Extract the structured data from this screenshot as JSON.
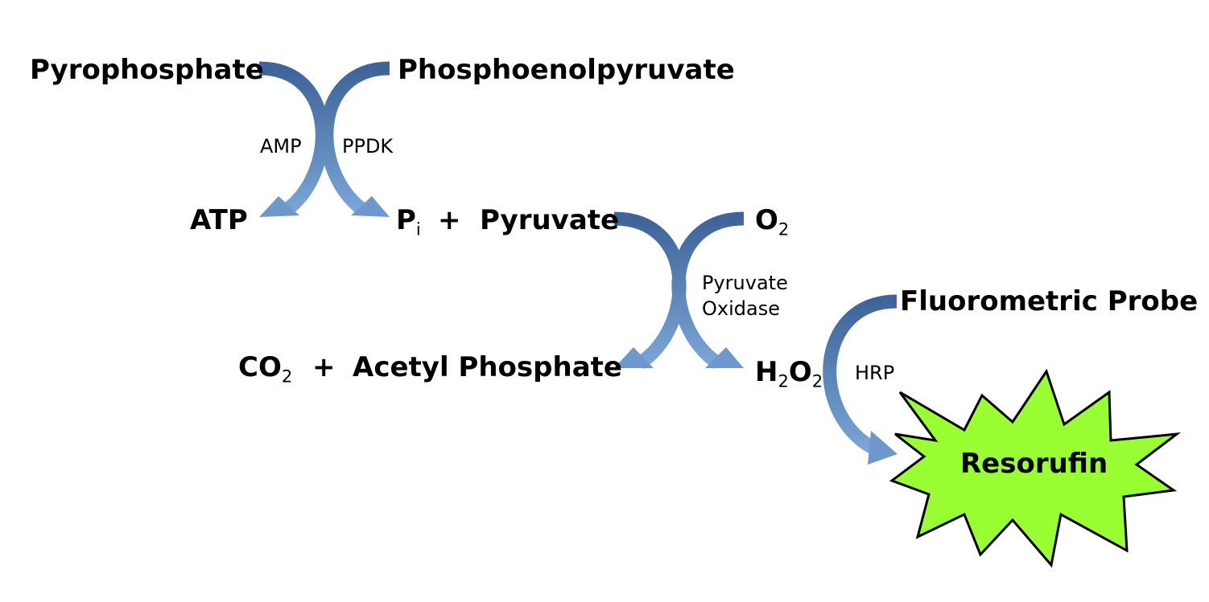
{
  "reaction1": {
    "substrate_left": "Pyrophosphate",
    "substrate_right": "Phosphoenolpyruvate",
    "cofactor": "AMP",
    "enzyme": "PPDK",
    "product_left": "ATP",
    "product_pi_base": "P",
    "product_pi_sub": "i",
    "plus": "+",
    "product_right": "Pyruvate"
  },
  "reaction2": {
    "cosubstrate_base": "O",
    "cosubstrate_sub": "2",
    "enzyme_line1": "Pyruvate",
    "enzyme_line2": "Oxidase",
    "product_co2_base": "CO",
    "product_co2_sub": "2",
    "plus": "+",
    "product_acetyl": "Acetyl Phosphate",
    "product_h2o2_parts": [
      "H",
      "2",
      "O",
      "2"
    ]
  },
  "reaction3": {
    "probe": "Fluorometric Probe",
    "enzyme": "HRP",
    "product": "Resorufin"
  },
  "colors": {
    "arrow_dark": "#3e6499",
    "arrow_light": "#7aa5d6",
    "star_fill": "#99ff33",
    "star_stroke": "#000000"
  }
}
